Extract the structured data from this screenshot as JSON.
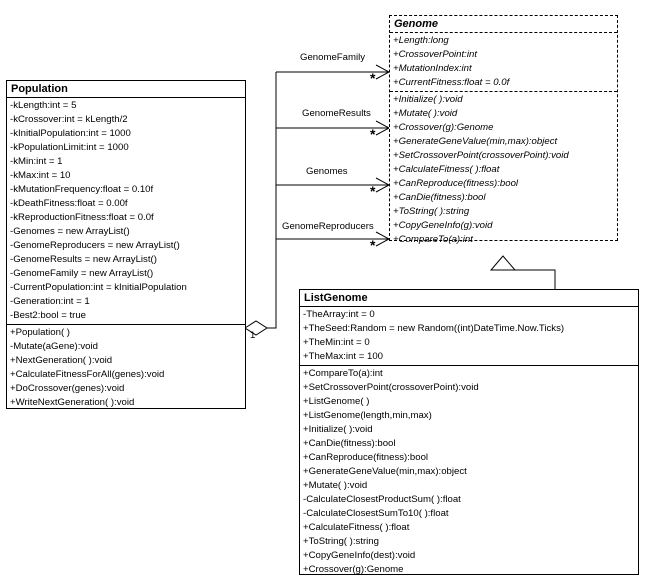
{
  "genome": {
    "title": "Genome",
    "attributes": [
      "+Length:long",
      "+CrossoverPoint:int",
      "+MutationIndex:int",
      "+CurrentFitness:float = 0.0f"
    ],
    "methods": [
      "+Initialize( ):void",
      "+Mutate( ):void",
      "+Crossover(g):Genome",
      "+GenerateGeneValue(min,max):object",
      "+SetCrossoverPoint(crossoverPoint):void",
      "+CalculateFitness( ):float",
      "+CanReproduce(fitness):bool",
      "+CanDie(fitness):bool",
      "+ToString( ):string",
      "+CopyGeneInfo(g):void",
      "+CompareTo(a):int"
    ]
  },
  "population": {
    "title": "Population",
    "attributes": [
      "-kLength:int = 5",
      "-kCrossover:int = kLength/2",
      "-kInitialPopulation:int = 1000",
      "-kPopulationLimit:int = 1000",
      "-kMin:int = 1",
      "-kMax:int = 10",
      "-kMutationFrequency:float = 0.10f",
      "-kDeathFitness:float = 0.00f",
      "-kReproductionFitness:float = 0.0f",
      "-Genomes = new ArrayList()",
      "-GenomeReproducers = new ArrayList()",
      "-GenomeResults = new ArrayList()",
      "-GenomeFamily = new ArrayList()",
      "-CurrentPopulation:int = kInitialPopulation",
      "-Generation:int = 1",
      "-Best2:bool = true"
    ],
    "methods": [
      "+Population( )",
      "-Mutate(aGene):void",
      "+NextGeneration( ):void",
      "+CalculateFitnessForAll(genes):void",
      "+DoCrossover(genes):void",
      "+WriteNextGeneration( ):void"
    ]
  },
  "listgenome": {
    "title": "ListGenome",
    "attributes": [
      "-TheArray:int = 0",
      "+TheSeed:Random = new Random((int)DateTime.Now.Ticks)",
      "+TheMin:int = 0",
      "+TheMax:int = 100"
    ],
    "methods": [
      "+CompareTo(a):int",
      "+SetCrossoverPoint(crossoverPoint):void",
      "+ListGenome( )",
      "+ListGenome(length,min,max)",
      "+Initialize( ):void",
      "+CanDie(fitness):bool",
      "+CanReproduce(fitness):bool",
      "+GenerateGeneValue(min,max):object",
      "+Mutate( ):void",
      "-CalculateClosestProductSum( ):float",
      "-CalculateClosestSumTo10( ):float",
      "+CalculateFitness( ):float",
      "+ToString( ):string",
      "+CopyGeneInfo(dest):void",
      "+Crossover(g):Genome"
    ]
  },
  "relations": {
    "genome_family": "GenomeFamily",
    "genome_results": "GenomeResults",
    "genomes": "Genomes",
    "genome_reproducers": "GenomeReproducers",
    "multiplicity_one": "1",
    "multiplicity_many": "*"
  }
}
